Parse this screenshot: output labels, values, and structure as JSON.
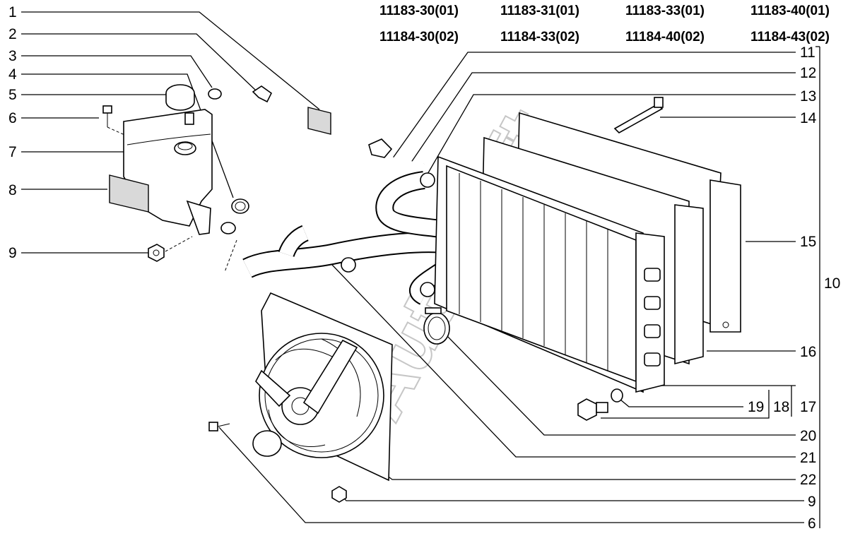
{
  "models": {
    "row1": [
      "11183-30(01)",
      "11183-31(01)",
      "11183-33(01)",
      "11183-40(01)"
    ],
    "row2": [
      "11184-30(02)",
      "11184-33(02)",
      "11184-40(02)",
      "11184-43(02)"
    ]
  },
  "callouts": {
    "left": [
      "1",
      "2",
      "3",
      "4",
      "5",
      "6",
      "7",
      "8",
      "9"
    ],
    "right": [
      "11",
      "12",
      "13",
      "14",
      "15",
      "16",
      "17",
      "18",
      "19",
      "20",
      "21",
      "22",
      "9",
      "6"
    ],
    "group_right": "10"
  },
  "watermark": "AutoSoft"
}
